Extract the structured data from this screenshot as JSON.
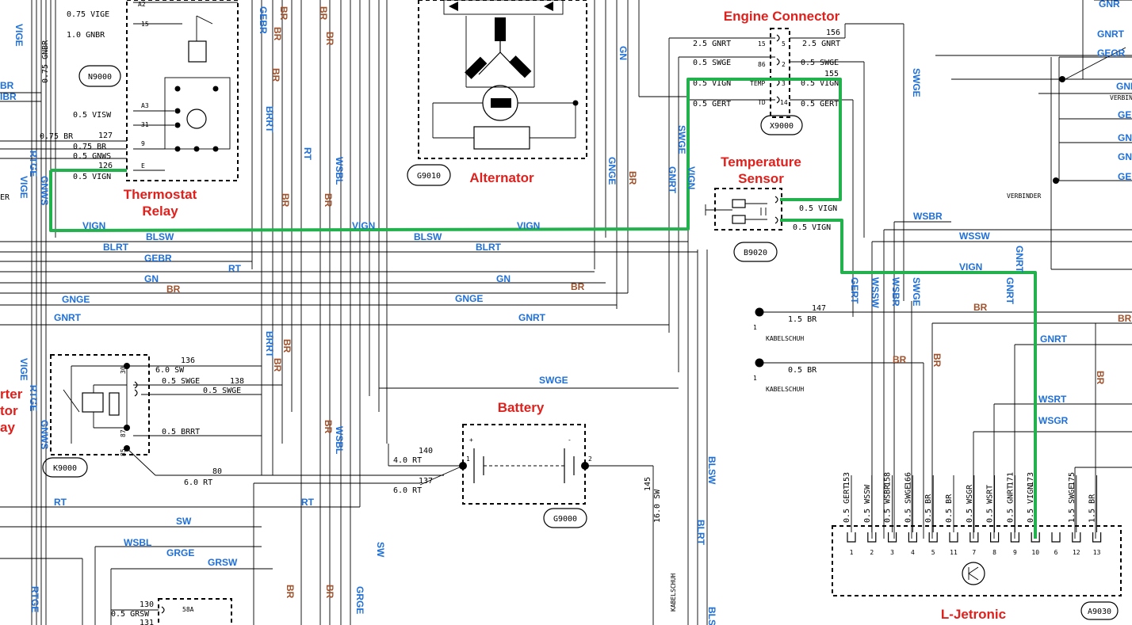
{
  "labels": {
    "engine_connector": "Engine Connector",
    "alternator": "Alternator",
    "thermostat_relay_1": "Thermostat",
    "thermostat_relay_2": "Relay",
    "temp_sensor_1": "Temperature",
    "temp_sensor_2": "Sensor",
    "battery": "Battery",
    "ljetronic": "L-Jetronic",
    "starter_1": "rter",
    "starter_2": "tor",
    "starter_3": "ay"
  },
  "component_ids": {
    "n9000": "N9000",
    "g9010": "G9010",
    "x9000": "X9000",
    "b9020": "B9020",
    "k9000": "K9000",
    "g9000": "G9000",
    "a9030": "A9030"
  },
  "wire_colors_blue": {
    "vige_top": "VIGE",
    "gnrt_top": "GNRT",
    "gegr": "GEGR",
    "gnrt_r2": "GNRT",
    "gebr_v": "GEBR",
    "brrt_v": "BRRT",
    "rt_v": "RT",
    "wsbl_v": "WSBL",
    "gn_v": "GN",
    "gnge_v": "GNGE",
    "swge_v1": "SWGE",
    "gnrt_v1": "GNRT",
    "vign_v1": "VIGN",
    "swge_v2": "SWGE",
    "vign_h1": "VIGN",
    "blsw_h1": "BLSW",
    "vign_h2": "VIGN",
    "blsw_h2": "BLSW",
    "vign_h3": "VIGN",
    "blrt_h1": "BLRT",
    "blrt_h2": "BLRT",
    "gebr_h": "GEBR",
    "rt_h1": "RT",
    "gn_h1": "GN",
    "gn_h2": "GN",
    "gnge_h1": "GNGE",
    "gnge_h2": "GNGE",
    "gnrt_h1": "GNRT",
    "gnrt_h2": "GNRT",
    "swge_h": "SWGE",
    "wsbr_h": "WSBR",
    "wssw_h": "WSSW",
    "vign_h4": "VIGN",
    "gert_v": "GERT",
    "wssw_v": "WSSW",
    "wsbr_v": "WSBR",
    "swge_v3": "SWGE",
    "gnrt_v2": "GNRT",
    "gnrt_r3": "GNRT",
    "wsrt": "WSRT",
    "wsgr": "WSGR",
    "vige_l1": "VIGE",
    "rtge_l1": "RTGE",
    "vige_l2": "VIGE",
    "gnws_l1": "GNWS",
    "vige_l3": "VIGE",
    "rtge_l2": "RTGE",
    "gnws_l2": "GNWS",
    "rt_h3": "RT",
    "rt_h4": "RT",
    "sw_h": "SW",
    "wsbl_h": "WSBL",
    "grge_h": "GRGE",
    "grsw_h": "GRSW",
    "sw_v": "SW",
    "blsw_v": "BLSW",
    "blrt_v": "BLRT",
    "rtge_v": "RTGE",
    "grge_v": "GRGE",
    "wsbl_v2": "WSBL",
    "brrt_v2": "BRRT",
    "bls_v": "BLS",
    "ge_r1": "GE",
    "ge_r2": "GE",
    "gn_r1": "GN",
    "gn_r2": "GN",
    "gnr_top": "GNR",
    "gnrt_rr": "GNRT",
    "br_l1": "BR",
    "ibr_l": "IBR"
  },
  "wire_colors_brown": {
    "br_v1": "BR",
    "br_v2": "BR",
    "br_v3": "BR",
    "br_v4": "BR",
    "br_v5": "BR",
    "br_v6": "BR",
    "br_v7": "BR",
    "br_v8": "BR",
    "br_v9": "BR",
    "br_h1": "BR",
    "br_h2": "BR",
    "br_h3": "BR",
    "br_h4": "BR",
    "br_h5": "BR",
    "br_v10": "BR",
    "br_v11": "BR",
    "br_v12": "BR",
    "br_v13": "BR",
    "br_v14": "BR",
    "br_v15": "BR"
  },
  "wire_annotations": {
    "a1": "0.75  VIGE",
    "a2": "1.0  GNBR",
    "a3": "0.5  VISW",
    "a4": "0.75   BR",
    "a5": "127",
    "a6": "0.75  BR",
    "a7": "0.5  GNWS",
    "a8": "0.5  VIGN",
    "a9": "126",
    "a10": "0.75 GNBR",
    "a11": "2.5  GNRT",
    "a12": "0.5  SWGE",
    "a13": "0.5  VIGN",
    "a14": "0.5  GERT",
    "a15": "2.5  GNRT",
    "a16": "156",
    "a17": "0.5  SWGE",
    "a18": "0.5  VIGN",
    "a19": "155",
    "a20": "0.5  GERT",
    "a21": "0.5  VIGN",
    "a22": "0.5  VIGN",
    "a23": "147",
    "a24": "1.5  BR",
    "a25": "0.5  BR",
    "a26": "KABELSCHUH",
    "a27": "KABELSCHUH",
    "a28": "136",
    "a29": "6.0  SW",
    "a30": "0.5  SWGE",
    "a31": "138",
    "a32": "0.5  SWGE",
    "a33": "0.5  BRRT",
    "a34": "80",
    "a35": "6.0  RT",
    "a36": "140",
    "a37": "4.0  RT",
    "a38": "137",
    "a39": "6.0  RT",
    "a40": "145",
    "a41": "16.0  SW",
    "a42": "KABELSCHUH",
    "a43": "130",
    "a44": "0.5  GRSW",
    "a45": "131",
    "a46": "VERBINDER",
    "a47": "VERBINDER",
    "a48": "ER"
  },
  "pin_labels": {
    "temp": "TEMP",
    "td": "TD",
    "p15": "15",
    "p86": "86",
    "p3": "3",
    "p14": "14",
    "p5": "5",
    "p2": "2",
    "a2": "A2",
    "p15b": "15",
    "a3": "A3",
    "p31": "31",
    "p9": "9",
    "pe": "E",
    "p30": "30",
    "p87": "87",
    "p85": "85",
    "p87a": "87",
    "s8a": "58A",
    "k1": "1",
    "k2": "2",
    "k1b": "1"
  },
  "ljetronic_pins": [
    "1",
    "2",
    "3",
    "4",
    "5",
    "11",
    "7",
    "8",
    "9",
    "10",
    "6",
    "12",
    "13"
  ],
  "ljetronic_wires": [
    {
      "num": "153",
      "gauge": "0.5",
      "color": "GERT"
    },
    {
      "num": "",
      "gauge": "0.5",
      "color": "WSSW"
    },
    {
      "num": "158",
      "gauge": "0.5",
      "color": "WSBR"
    },
    {
      "num": "166",
      "gauge": "0.5",
      "color": "SWGE"
    },
    {
      "num": "",
      "gauge": "0.5",
      "color": "BR"
    },
    {
      "num": "",
      "gauge": "0.5",
      "color": "BR"
    },
    {
      "num": "",
      "gauge": "0.5",
      "color": "WSGR"
    },
    {
      "num": "",
      "gauge": "0.5",
      "color": "WSRT"
    },
    {
      "num": "171",
      "gauge": "0.5",
      "color": "GNRT"
    },
    {
      "num": "173",
      "gauge": "0.5",
      "color": "VIGN"
    },
    {
      "num": "175",
      "gauge": "1.5",
      "color": "SWGE"
    },
    {
      "num": "",
      "gauge": "1.5",
      "color": "BR"
    }
  ],
  "battery_pins": {
    "plus": "+",
    "minus": "-",
    "p1": "1",
    "p2": "2"
  }
}
